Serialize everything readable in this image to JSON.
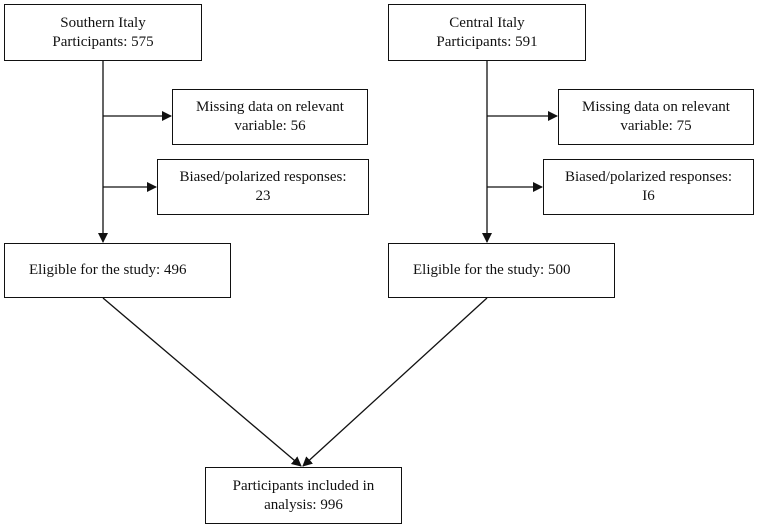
{
  "colors": {
    "stroke": "#111111",
    "background": "#ffffff",
    "text": "#111111"
  },
  "diagram": {
    "southern": {
      "title": "Southern Italy",
      "participants": "Participants: 575",
      "missing_line1": "Missing data on relevant",
      "missing_line2": "variable: 56",
      "biased_line1": "Biased/polarized responses:",
      "biased_line2": "23",
      "eligible": "Eligible for the study: 496"
    },
    "central": {
      "title": "Central Italy",
      "participants": "Participants: 591",
      "missing_line1": "Missing data on relevant",
      "missing_line2": "variable: 75",
      "biased_line1": "Biased/polarized responses:",
      "biased_line2": "I6",
      "eligible": "Eligible for the study: 500"
    },
    "final": {
      "line1": "Participants included in",
      "line2": "analysis: 996"
    }
  }
}
